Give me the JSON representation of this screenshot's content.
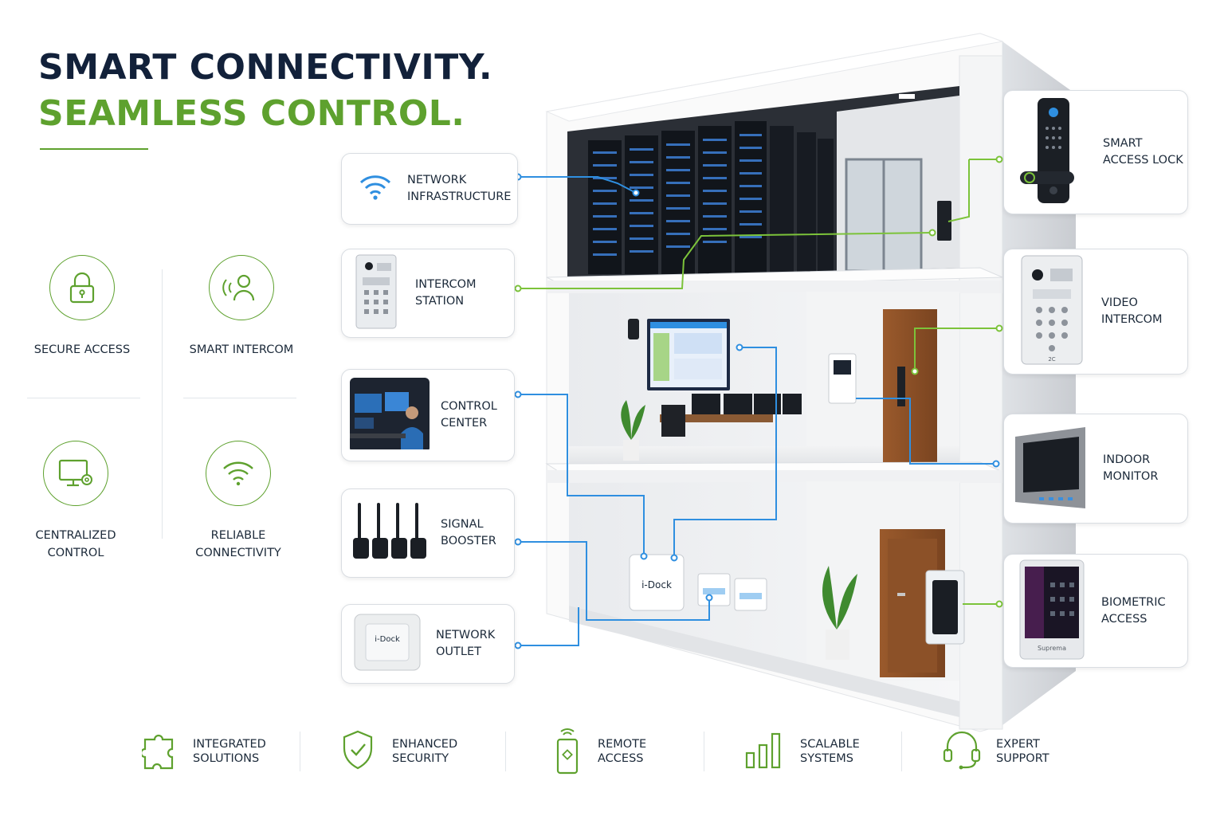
{
  "headline": {
    "line1": "SMART CONNECTIVITY.",
    "line2": "SEAMLESS CONTROL."
  },
  "colors": {
    "navy": "#12213a",
    "green": "#5ea12e",
    "blue": "#2f8fe0",
    "line_green": "#7cc33a"
  },
  "features": [
    {
      "label": "SECURE ACCESS",
      "icon": "padlock-icon"
    },
    {
      "label": "SMART INTERCOM",
      "icon": "intercom-person-icon"
    },
    {
      "label": "CENTRALIZED\nCONTROL",
      "icon": "monitor-gear-icon"
    },
    {
      "label": "RELIABLE\nCONNECTIVITY",
      "icon": "wifi-icon"
    }
  ],
  "left_cards": [
    {
      "label": "NETWORK\nINFRASTRUCTURE",
      "icon": "wifi-icon"
    },
    {
      "label": "INTERCOM\nSTATION",
      "icon": "intercom-panel-icon"
    },
    {
      "label": "CONTROL\nCENTER",
      "icon": "operator-workstation-icon"
    },
    {
      "label": "SIGNAL\nBOOSTER",
      "icon": "antenna-booster-icon"
    },
    {
      "label": "NETWORK\nOUTLET",
      "icon": "network-outlet-icon",
      "badge": "i-Dock"
    }
  ],
  "right_cards": [
    {
      "label": "SMART\nACCESS LOCK",
      "icon": "smart-lock-icon"
    },
    {
      "label": "VIDEO\nINTERCOM",
      "icon": "video-intercom-icon",
      "badge": "2C"
    },
    {
      "label": "INDOOR\nMONITOR",
      "icon": "indoor-monitor-icon"
    },
    {
      "label": "BIOMETRIC\nACCESS",
      "icon": "biometric-reader-icon",
      "badge": "Suprema"
    }
  ],
  "building": {
    "hub_label": "i-Dock"
  },
  "bottom_bar": [
    {
      "label": "INTEGRATED\nSOLUTIONS",
      "icon": "puzzle-icon"
    },
    {
      "label": "ENHANCED\nSECURITY",
      "icon": "shield-check-icon"
    },
    {
      "label": "REMOTE\nACCESS",
      "icon": "smartphone-icon"
    },
    {
      "label": "SCALABLE\nSYSTEMS",
      "icon": "bar-chart-icon"
    },
    {
      "label": "EXPERT\nSUPPORT",
      "icon": "headset-icon"
    }
  ]
}
